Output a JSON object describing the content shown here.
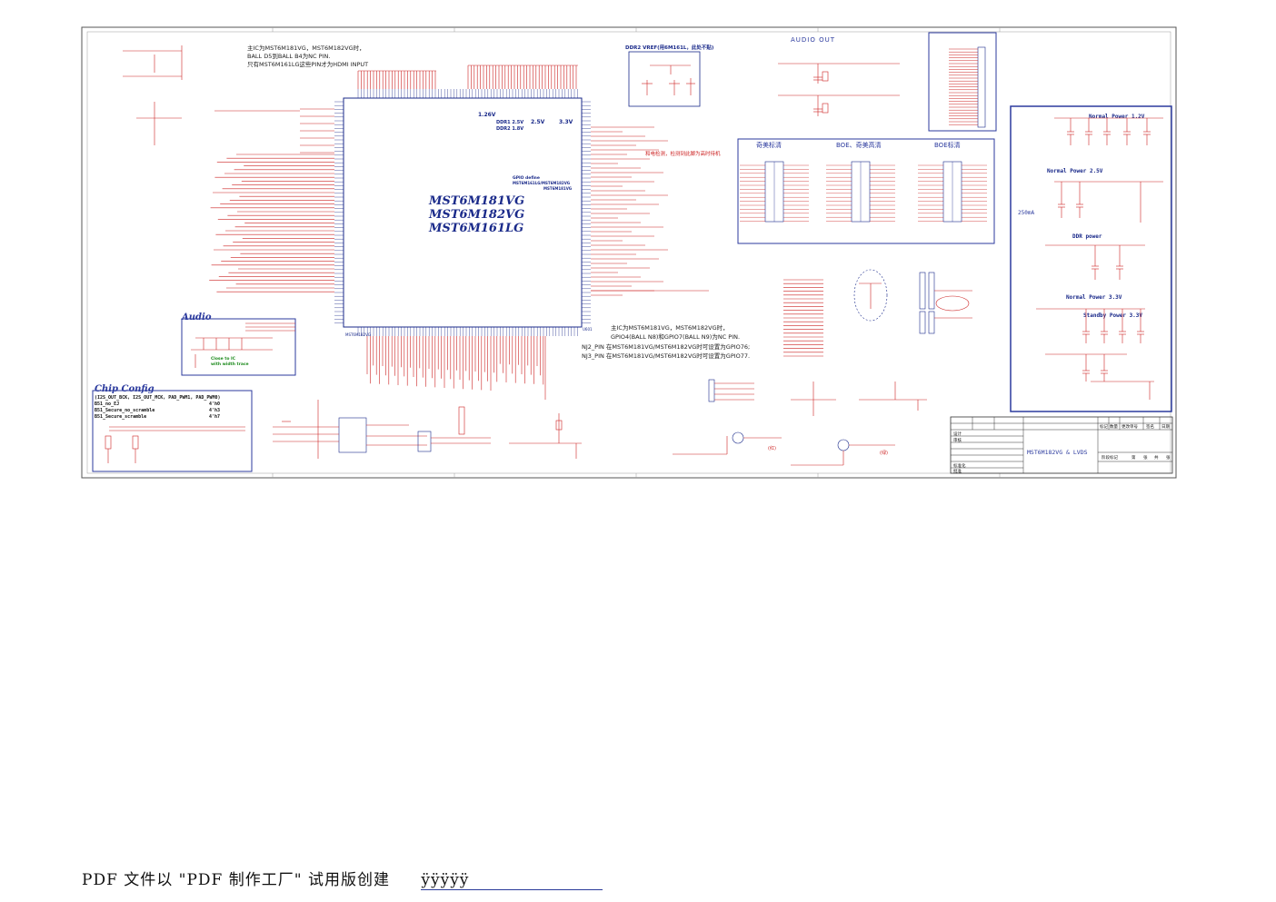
{
  "ic": {
    "names": [
      "MST6M181VG",
      "MST6M182VG",
      "MST6M161LG"
    ],
    "ref": "U601",
    "part": "MST6M182VG",
    "ddr_supplies": [
      "DDR1 2.5V",
      "DDR2 1.8V"
    ],
    "rail_labels": [
      "1.26V",
      "2.5V",
      "3.3V"
    ]
  },
  "notes": {
    "top_note": [
      "主IC为MST6M181VG，MST6M182VG时，",
      "BALL D5到BALL B4为NC PIN.",
      "只有MST6M161LG这些PIN才为HDMI INPUT"
    ],
    "bottom_note": [
      "主IC为MST6M181VG，MST6M182VG时，",
      "GPIO4(BALL N8)和GPIO7(BALL N9)为NC PIN.",
      "NJ2_PIN 在MST6M181VG/MST6M182VG时可设置为GPIO76;",
      "NJ3_PIN 在MST6M181VG/MST6M182VG时可设置为GPIO77."
    ],
    "gpio_define": [
      "GPIO define",
      "MST6M161LG/MST6M182VG",
      "MST6M181VG"
    ],
    "ddr_vref": "DDR2 VREF(用6M161L，此处不贴)",
    "detect_note": "和电检测，检测到此脚为高时待机",
    "close_to_ic": [
      "Close to IC",
      "with width trace"
    ],
    "red_mark": "(红)",
    "green_mark": "(绿)"
  },
  "sections": {
    "audio_out": "AUDIO OUT",
    "audio": "Audio",
    "chip_config": "Chip Config",
    "qimei_std": "奇美标清",
    "boe_qimei_hd": "BOE、奇美高清",
    "boe_std": "BOE标清"
  },
  "chip_config": {
    "header": "(I2S_OUT_BCK, I2S_OUT_MCK, PAD_PWM1, PAD_PWM0)",
    "rows": [
      {
        "name": "B51_no_EJ",
        "value": "4'h0"
      },
      {
        "name": "B51_Secure_no_scramble",
        "value": "4'h3"
      },
      {
        "name": "B51_Secure_scramble",
        "value": "4'h7"
      }
    ]
  },
  "power": {
    "p12": "Normal Power 1.2V",
    "p25": "Normal Power 2.5V",
    "ddr": "DDR power",
    "p33": "Normal Power 3.3V",
    "sb33": "Standby Power 3.3V",
    "current": "250mA"
  },
  "title_block": {
    "title": "MST6M182VG & LVDS",
    "header_cells": [
      "标记",
      "数量",
      "更改单号",
      "签名",
      "日期"
    ],
    "rows": [
      "设计",
      "审核",
      "",
      "",
      "标准化",
      "批准"
    ],
    "right_cells": [
      "阶段标记",
      "第",
      "张",
      "共",
      "张"
    ]
  },
  "footer": {
    "text": "PDF 文件以 \"PDF 制作工厂\" 试用版创建",
    "filler": "ÿÿÿÿÿ"
  },
  "colors": {
    "frame": "#555555",
    "wire": "#cc2222",
    "net": "#d62a2a",
    "comp": "#1a2a8a",
    "title": "#2b3a9e",
    "box": "#2b3a9e"
  }
}
